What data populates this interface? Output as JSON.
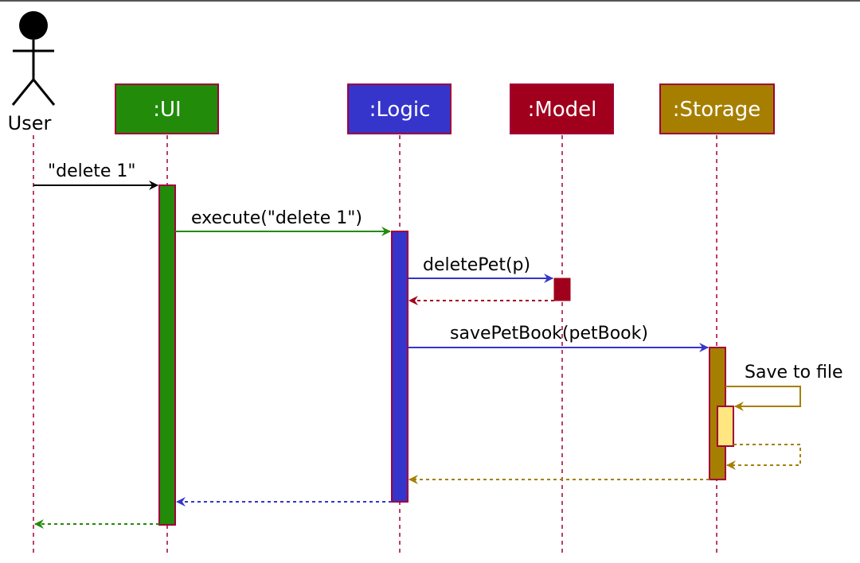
{
  "actor": {
    "label": "User"
  },
  "participants": [
    {
      "id": "ui",
      "label": ":UI",
      "color": "#228B0A"
    },
    {
      "id": "logic",
      "label": ":Logic",
      "color": "#3535CC"
    },
    {
      "id": "model",
      "label": ":Model",
      "color": "#A0001C"
    },
    {
      "id": "storage",
      "label": ":Storage",
      "color": "#A67F00"
    }
  ],
  "messages": {
    "delete_cmd": "\"delete 1\"",
    "execute": "execute(\"delete 1\")",
    "delete_pet": "deletePet(p)",
    "save_book": "savePetBook(petBook)",
    "save_file": "Save to file"
  },
  "colors": {
    "lifeline": "#A0003A",
    "border": "#A0003A",
    "inner_activation": "#FFE680"
  }
}
